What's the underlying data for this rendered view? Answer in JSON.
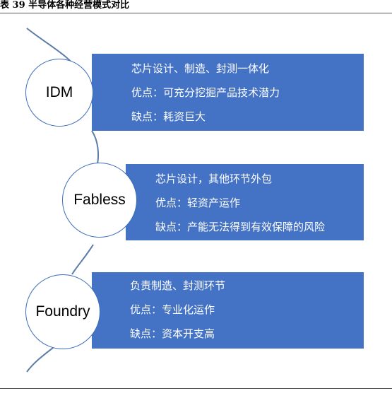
{
  "caption": "表 39 半导体各种经营模式对比",
  "models": [
    {
      "name": "IDM",
      "lines": [
        "芯片设计、制造、封测一体化",
        "优点：可充分挖掘产品技术潜力",
        "缺点：耗资巨大"
      ]
    },
    {
      "name": "Fabless",
      "lines": [
        "芯片设计，其他环节外包",
        "优点：轻资产运作",
        "缺点：产能无法得到有效保障的风险"
      ]
    },
    {
      "name": "Foundry",
      "lines": [
        "负责制造、封测环节",
        "优点：专业化运作",
        "缺点：资本开支高"
      ]
    }
  ],
  "colors": {
    "box": "#4472c4",
    "circle_border": "#3d6db5",
    "connector": "#5b7ba8"
  }
}
